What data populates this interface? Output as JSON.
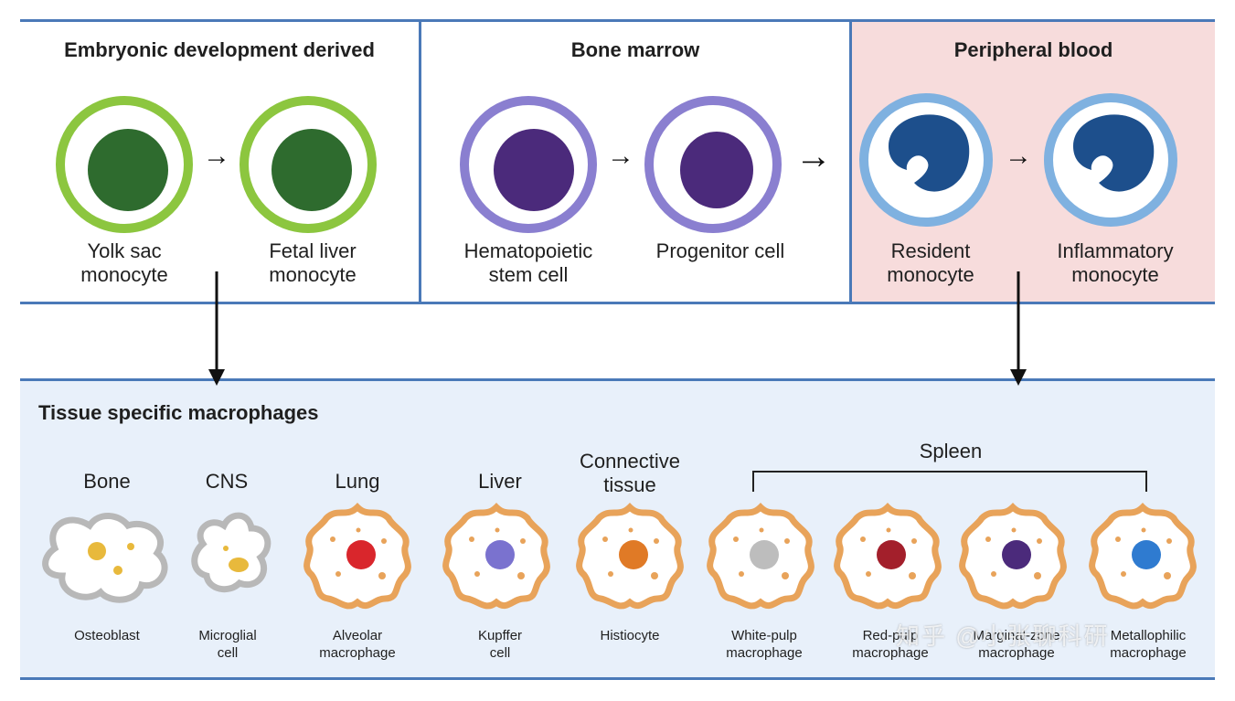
{
  "top_panels": {
    "embryonic": {
      "title": "Embryonic development derived",
      "cells": [
        {
          "label": "Yolk sac\nmonocyte"
        },
        {
          "label": "Fetal liver\nmonocyte"
        }
      ]
    },
    "bone_marrow": {
      "title": "Bone marrow",
      "cells": [
        {
          "label": "Hematopoietic\nstem cell"
        },
        {
          "label": "Progenitor cell"
        }
      ]
    },
    "peripheral_blood": {
      "title": "Peripheral blood",
      "cells": [
        {
          "label": "Resident\nmonocyte"
        },
        {
          "label": "Inflammatory\nmonocyte"
        }
      ]
    }
  },
  "bottom_panel": {
    "title": "Tissue specific macrophages",
    "spleen_label": "Spleen",
    "tissues": [
      {
        "tissue": "Bone",
        "cell": "Osteoblast"
      },
      {
        "tissue": "CNS",
        "cell": "Microglial\ncell"
      },
      {
        "tissue": "Lung",
        "cell": "Alveolar\nmacrophage"
      },
      {
        "tissue": "Liver",
        "cell": "Kupffer\ncell"
      },
      {
        "tissue": "Connective\ntissue",
        "cell": "Histiocyte"
      },
      {
        "tissue": "",
        "cell": "White-pulp\nmacrophage"
      },
      {
        "tissue": "",
        "cell": "Red-pulp\nmacrophage"
      },
      {
        "tissue": "",
        "cell": "Marginal-zone\nmacrophage"
      },
      {
        "tissue": "",
        "cell": "Metallophilic\nmacrophage"
      }
    ]
  },
  "watermark": "知乎 @小张聊科研",
  "colors": {
    "border_blue": "#4a79b8",
    "peripheral_bg": "#f7dcdc",
    "tissue_bg": "#e8f0fa",
    "green_ring": "#8cc63f",
    "green_nucleus": "#2e6b2e",
    "purple_ring": "#8a7fd0",
    "purple_nucleus": "#4b2a7b",
    "blue_ring": "#7fb1e0",
    "blue_nucleus": "#1d4f8c",
    "macrophage_orange": "#e8a35a",
    "bone_gray": "#b8b8b8",
    "nuclei": [
      "#e8b93c",
      "#e8b93c",
      "#d9262c",
      "#7a72cf",
      "#e07a26",
      "#bdbdbd",
      "#a31f2b",
      "#4b2a7b",
      "#2f7bd0"
    ]
  }
}
